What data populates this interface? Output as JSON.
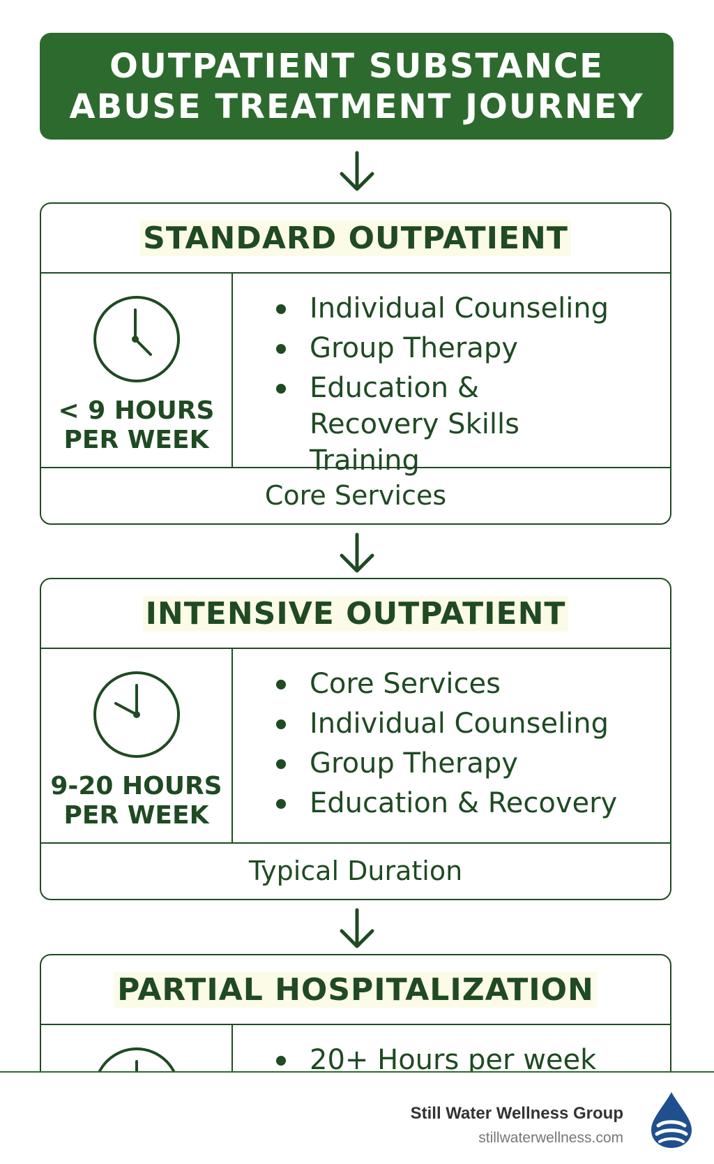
{
  "header": {
    "title_line1": "OUTPATIENT SUBSTANCE",
    "title_line2": "ABUSE TREATMENT JOURNEY"
  },
  "stages": [
    {
      "title": "STANDARD OUTPATIENT",
      "hours_line1": "< 9 HOURS",
      "hours_line2": "PER WEEK",
      "services": [
        "Individual Counseling",
        "Group Therapy",
        "Education & Recovery Skills Training"
      ],
      "footer": "Core Services"
    },
    {
      "title": "INTENSIVE OUTPATIENT",
      "hours_line1": "9-20 HOURS",
      "hours_line2": "PER WEEK",
      "services": [
        "Core Services",
        "Individual Counseling",
        "Group Therapy",
        "Education & Recovery"
      ],
      "footer": "Typical Duration"
    },
    {
      "title": "PARTIAL HOSPITALIZATION",
      "services": [
        "20+ Hours per week"
      ]
    }
  ],
  "footer": {
    "brand_name": "Still Water Wellness Group",
    "brand_url": "stillwaterwellness.com"
  },
  "colors": {
    "primary_green": "#2d6a2e",
    "dark_green": "#1f4a22",
    "logo_blue": "#1f4f8f"
  },
  "icons": [
    "clock-icon",
    "down-arrow-icon",
    "water-drop-logo"
  ]
}
